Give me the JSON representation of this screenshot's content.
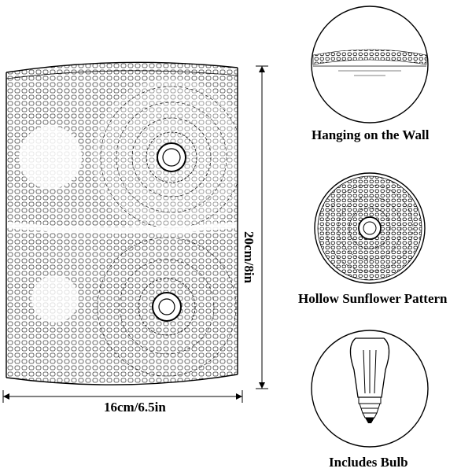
{
  "features": {
    "wall_label": "Hanging on the Wall",
    "pattern_label": "Hollow Sunflower Pattern",
    "bulb_label": "Includes Bulb"
  },
  "dimensions": {
    "width_label": "16cm/6.5in",
    "height_label": "20cm/8in"
  },
  "colors": {
    "line": "#000000",
    "background": "#ffffff"
  }
}
